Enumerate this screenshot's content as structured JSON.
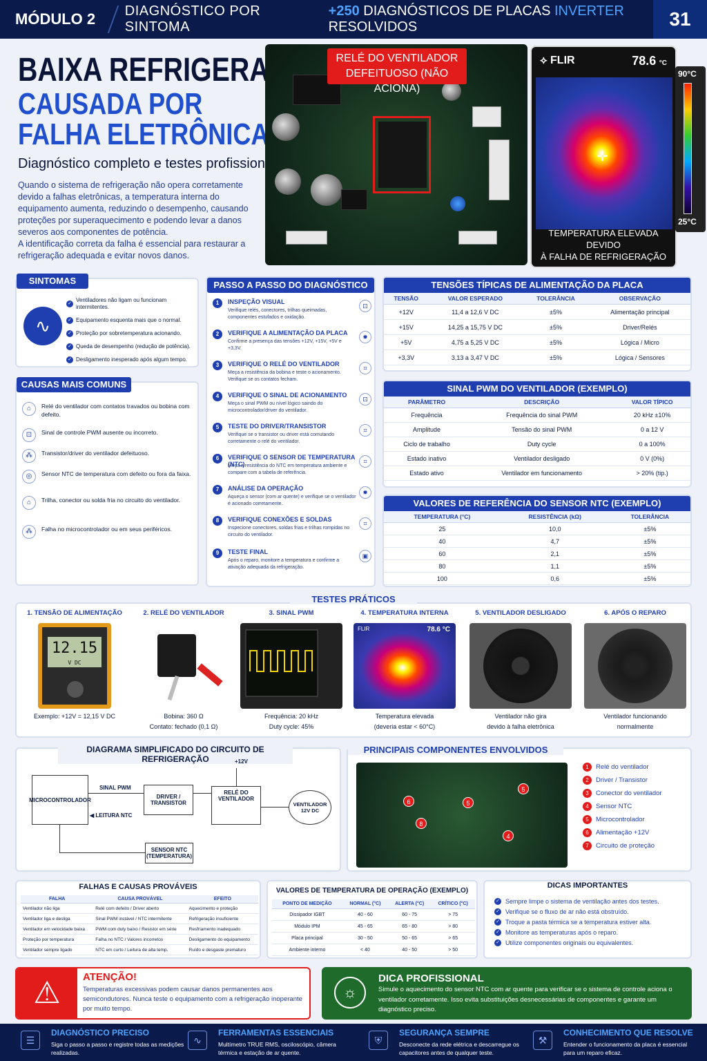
{
  "header": {
    "module": "MÓDULO 2",
    "section": "DIAGNÓSTICO POR SINTOMA",
    "tag_pre": "+250",
    "tag_mid": "DIAGNÓSTICOS DE PLACAS",
    "tag_hi": "INVERTER",
    "tag_post": "RESOLVIDOS",
    "page": "31"
  },
  "title": {
    "line1": "BAIXA REFRIGERAÇÃO",
    "line2": "CAUSADA POR",
    "line3": "FALHA ELETRÔNICA",
    "subtitle": "Diagnóstico completo e testes profissionais"
  },
  "intro": [
    "Quando o sistema de refrigeração não opera corretamente devido a falhas eletrônicas, a temperatura interna do equipamento aumenta, reduzindo o desempenho, causando proteções por superaquecimento e podendo levar a danos severos aos componentes de potência.",
    "A identificação correta da falha é essencial para restaurar a refrigeração adequada e evitar novos danos."
  ],
  "photo": {
    "relay_label_1": "RELÉ DO VENTILADOR",
    "relay_label_2": "DEFEITUOSO (NÃO ACIONA)"
  },
  "thermal": {
    "brand": "FLIR",
    "temp": "78.6",
    "unit": "°C",
    "scale_max": "90°C",
    "scale_min": "25°C",
    "msg1": "TEMPERATURA ELEVADA DEVIDO",
    "msg2": "À FALHA DE REFRIGERAÇÃO"
  },
  "symptoms": {
    "title": "SINTOMAS",
    "items": [
      "Ventiladores não ligam ou funcionam intermitentes.",
      "Equipamento esquenta mais que o normal.",
      "Proteção por sobretemperatura acionando.",
      "Queda de desempenho (redução de potência).",
      "Desligamento inesperado após algum tempo."
    ]
  },
  "causes": {
    "title": "CAUSAS MAIS COMUNS",
    "items": [
      "Relé do ventilador com contatos travados ou bobina com defeito.",
      "Sinal de controle PWM ausente ou incorreto.",
      "Transistor/driver do ventilador defeituoso.",
      "Sensor NTC de temperatura com defeito ou fora da faixa.",
      "Trilha, conector ou solda fria no circuito do ventilador.",
      "Falha no microcontrolador ou em seus periféricos."
    ]
  },
  "steps": {
    "title": "PASSO A PASSO DO DIAGNÓSTICO",
    "items": [
      {
        "n": "1",
        "t": "INSPEÇÃO VISUAL",
        "d": "Verifique relés, conectores, trilhas queimadas, componentes estufados e oxidação."
      },
      {
        "n": "2",
        "t": "VERIFIQUE A ALIMENTAÇÃO DA PLACA",
        "d": "Confirme a presença das tensões +12V, +15V, +5V e +3,3V."
      },
      {
        "n": "3",
        "t": "VERIFIQUE O RELÉ DO VENTILADOR",
        "d": "Meça a resistência da bobina e teste o acionamento. Verifique se os contatos fecham."
      },
      {
        "n": "4",
        "t": "VERIFIQUE O SINAL DE ACIONAMENTO",
        "d": "Meça o sinal PWM ou nível lógico saindo do microcontrolador/driver do ventilador."
      },
      {
        "n": "5",
        "t": "TESTE DO DRIVER/TRANSISTOR",
        "d": "Verifique se o transistor ou driver está comutando corretamente o relé do ventilador."
      },
      {
        "n": "6",
        "t": "VERIFIQUE O SENSOR DE TEMPERATURA (NTC)",
        "d": "Meça a resistência do NTC em temperatura ambiente e compare com a tabela de referência."
      },
      {
        "n": "7",
        "t": "ANÁLISE DA OPERAÇÃO",
        "d": "Aqueça o sensor (com ar quente) e verifique se o ventilador é acionado corretamente."
      },
      {
        "n": "8",
        "t": "VERIFIQUE CONEXÕES E SOLDAS",
        "d": "Inspecione conectores, soldas frias e trilhas rompidas no circuito do ventilador."
      },
      {
        "n": "9",
        "t": "TESTE FINAL",
        "d": "Após o reparo, monitore a temperatura e confirme a ativação adequada da refrigeração."
      }
    ]
  },
  "voltages": {
    "title": "TENSÕES TÍPICAS DE ALIMENTAÇÃO DA PLACA",
    "headers": [
      "TENSÃO",
      "VALOR ESPERADO",
      "TOLERÂNCIA",
      "OBSERVAÇÃO"
    ],
    "rows": [
      [
        "+12V",
        "11,4 a 12,6 V DC",
        "±5%",
        "Alimentação principal"
      ],
      [
        "+15V",
        "14,25 a 15,75 V DC",
        "±5%",
        "Driver/Relés"
      ],
      [
        "+5V",
        "4,75 a 5,25 V DC",
        "±5%",
        "Lógica / Micro"
      ],
      [
        "+3,3V",
        "3,13 a 3,47 V DC",
        "±5%",
        "Lógica / Sensores"
      ]
    ]
  },
  "pwm": {
    "title": "SINAL PWM DO VENTILADOR (EXEMPLO)",
    "headers": [
      "PARÂMETRO",
      "DESCRIÇÃO",
      "VALOR TÍPICO"
    ],
    "rows": [
      [
        "Frequência",
        "Frequência do sinal PWM",
        "20 kHz ±10%"
      ],
      [
        "Amplitude",
        "Tensão do sinal PWM",
        "0 a 12 V"
      ],
      [
        "Ciclo de trabalho",
        "Duty cycle",
        "0 a 100%"
      ],
      [
        "Estado inativo",
        "Ventilador desligado",
        "0 V (0%)"
      ],
      [
        "Estado ativo",
        "Ventilador em funcionamento",
        "> 20% (tip.)"
      ]
    ]
  },
  "ntc": {
    "title": "VALORES DE REFERÊNCIA DO SENSOR NTC (EXEMPLO)",
    "headers": [
      "TEMPERATURA (°C)",
      "RESISTÊNCIA (kΩ)",
      "TOLERÂNCIA"
    ],
    "rows": [
      [
        "25",
        "10,0",
        "±5%"
      ],
      [
        "40",
        "4,7",
        "±5%"
      ],
      [
        "60",
        "2,1",
        "±5%"
      ],
      [
        "80",
        "1,1",
        "±5%"
      ],
      [
        "100",
        "0,6",
        "±5%"
      ]
    ]
  },
  "tests": {
    "title": "TESTES PRÁTICOS",
    "items": [
      {
        "label": "1. TENSÃO DE ALIMENTAÇÃO",
        "cap1": "Exemplo: +12V = 12,15 V DC",
        "cap2": "",
        "meter": "12.15",
        "meter_unit": "V DC"
      },
      {
        "label": "2. RELÉ DO VENTILADOR",
        "cap1": "Bobina: 360 Ω",
        "cap2": "Contato: fechado (0,1 Ω)"
      },
      {
        "label": "3. SINAL PWM",
        "cap1": "Frequência: 20 kHz",
        "cap2": "Duty cycle: 45%"
      },
      {
        "label": "4. TEMPERATURA INTERNA",
        "cap1": "Temperatura elevada",
        "cap2": "(deveria estar < 60°C)",
        "temp": "78.6 °C"
      },
      {
        "label": "5. VENTILADOR DESLIGADO",
        "cap1": "Ventilador não gira",
        "cap2": "devido à falha eletrônica"
      },
      {
        "label": "6. APÓS O REPARO",
        "cap1": "Ventilador funcionando",
        "cap2": "normalmente"
      }
    ]
  },
  "diagram": {
    "title": "DIAGRAMA SIMPLIFICADO DO CIRCUITO DE REFRIGERAÇÃO",
    "micro": "MICROCONTROLADOR",
    "pwm": "SINAL PWM",
    "ntc_read": "LEITURA NTC",
    "driver1": "DRIVER /",
    "driver2": "TRANSISTOR",
    "relay1": "RELÉ DO",
    "relay2": "VENTILADOR",
    "fan1": "VENTILADOR",
    "fan2": "12V DC",
    "sensor1": "SENSOR NTC",
    "sensor2": "(TEMPERATURA)",
    "vcc": "+12V"
  },
  "components": {
    "title": "PRINCIPAIS COMPONENTES ENVOLVIDOS",
    "items": [
      "Relé do ventilador",
      "Driver / Transistor",
      "Conector do ventilador",
      "Sensor NTC",
      "Microcontrolador",
      "Alimentação +12V",
      "Circuito de proteção"
    ]
  },
  "faults": {
    "title": "FALHAS E CAUSAS PROVÁVEIS",
    "headers": [
      "FALHA",
      "CAUSA PROVÁVEL",
      "EFEITO"
    ],
    "rows": [
      [
        "Ventilador não liga",
        "Relé com defeito / Driver aberto",
        "Aquecimento e proteção"
      ],
      [
        "Ventilador liga e desliga",
        "Sinal PWM instável / NTC intermitente",
        "Refrigeração insuficiente"
      ],
      [
        "Ventilador em velocidade baixa",
        "PWM com duty baixo / Resistor em série",
        "Resfriamento inadequado"
      ],
      [
        "Proteção por temperatura",
        "Falha no NTC / Valores incorretos",
        "Desligamento do equipamento"
      ],
      [
        "Ventilador sempre ligado",
        "NTC em curto / Leitura de alta temp.",
        "Ruído e desgaste prematuro"
      ]
    ]
  },
  "temps": {
    "title": "VALORES DE TEMPERATURA DE OPERAÇÃO (EXEMPLO)",
    "headers": [
      "PONTO DE MEDIÇÃO",
      "NORMAL (°C)",
      "ALERTA (°C)",
      "CRÍTICO (°C)"
    ],
    "rows": [
      [
        "Dissipador IGBT",
        "40 - 60",
        "60 - 75",
        "> 75"
      ],
      [
        "Módulo IPM",
        "45 - 65",
        "65 - 80",
        "> 80"
      ],
      [
        "Placa principal",
        "30 - 50",
        "50 - 65",
        "> 65"
      ],
      [
        "Ambiente interno",
        "< 40",
        "40 - 50",
        "> 50"
      ]
    ]
  },
  "tips": {
    "title": "DICAS IMPORTANTES",
    "items": [
      "Sempre limpe o sistema de ventilação antes dos testes.",
      "Verifique se o fluxo de ar não está obstruído.",
      "Troque a pasta térmica se a temperatura estiver alta.",
      "Monitore as temperaturas após o reparo.",
      "Utilize componentes originais ou equivalentes."
    ]
  },
  "warning": {
    "title": "ATENÇÃO!",
    "text": "Temperaturas excessivas podem causar danos permanentes aos semicondutores. Nunca teste o equipamento com a refrigeração inoperante por muito tempo."
  },
  "pro_tip": {
    "title": "DICA PROFISSIONAL",
    "text": "Simule o aquecimento do sensor NTC com ar quente para verificar se o sistema de controle aciona o ventilador corretamente. Isso evita substituições desnecessárias de componentes e garante um diagnóstico preciso."
  },
  "footer": [
    {
      "t": "DIAGNÓSTICO PRECISO",
      "d": "Siga o passo a passo e registre todas as medições realizadas."
    },
    {
      "t": "FERRAMENTAS ESSENCIAIS",
      "d": "Multímetro TRUE RMS, osciloscópio, câmera térmica e estação de ar quente."
    },
    {
      "t": "SEGURANÇA SEMPRE",
      "d": "Desconecte da rede elétrica e descarregue os capacitores antes de qualquer teste."
    },
    {
      "t": "CONHECIMENTO QUE RESOLVE",
      "d": "Entender o funcionamento da placa é essencial para um reparo eficaz."
    }
  ]
}
